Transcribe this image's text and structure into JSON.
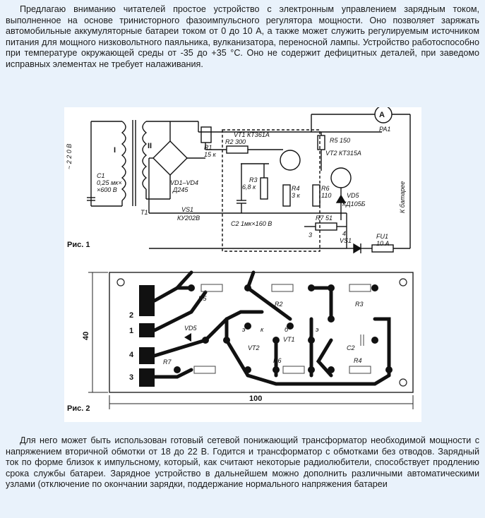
{
  "article": {
    "paragraph1": "Предлагаю вниманию читателей простое устройство с электронным управлением зарядным током, выполненное на основе тринисторного фазоимпульсного регулятора мощности. Оно позволяет заряжать автомобильные аккумуляторные батареи током от 0 до 10 А, а также может служить регулируемым источником питания для мощного низковольтного паяльника, вулканизатора, переносной лампы. Устройство работоспособно при температуре окружающей среды от -35 до +35 °С. Оно не содержит дефицитных деталей, при заведомо исправных элементах не требует налаживания.",
    "paragraph2": "Для него может быть использован готовый сетевой понижающий трансформатор необходимой мощности с напряжением вторичной обмотки от 18 до 22 В. Годится и трансформатор с обмотками без отводов. Зарядный ток по форме близок к импульсному, который, как считают некоторые радиолюбители, способствует продлению срока службы батареи. Зарядное устройство в дальнейшем можно дополнить различными автоматическими узлами (отключение по окончании зарядки, поддержание нормального напряжения батареи"
  },
  "fig1": {
    "caption": "Рис. 1",
    "mains": "~ 2 2 0 В",
    "winding1": "I",
    "winding2": "II",
    "c1": "C1",
    "c1_val1": "0,25 мк×",
    "c1_val2": "×600 В",
    "t1": "T1",
    "r1": "R1",
    "r1_val": "15 к",
    "r2": "R2 300",
    "r3": "R3",
    "r3_val": "6,8 к",
    "r4": "R4",
    "r4_val": "3 к",
    "r5": "R5 150",
    "r6": "R6",
    "r6_val": "110",
    "r7": "R7 51",
    "vt1": "VT1  КТ361А",
    "vt2": "VT2  КТ315А",
    "vd14": "VD1–VD4",
    "vd14_val": "Д245",
    "vd5": "VD5",
    "vd5_val": "КД105Б",
    "vs1": "VS1",
    "vs1_val": "КУ202В",
    "vs1b": "VS1",
    "c2": "C2  1мк×160 В",
    "pa1": "PA1",
    "ammeter": "A",
    "fu1": "FU1",
    "fu1_val": "10 А",
    "battery": "К батарее",
    "n3": "3",
    "n4": "4"
  },
  "fig2": {
    "caption": "Рис. 2",
    "dim_h": "40",
    "dim_w": "100",
    "pins": [
      "2",
      "1",
      "4",
      "3"
    ],
    "r5": "R5",
    "r2": "R2",
    "r3": "R3",
    "vd5": "VD5",
    "vt2": "VT2",
    "vt1": "VT1",
    "c2": "C2",
    "r7": "R7",
    "r6": "R6",
    "r4": "R4",
    "e": "э",
    "k": "к",
    "b": "б"
  }
}
